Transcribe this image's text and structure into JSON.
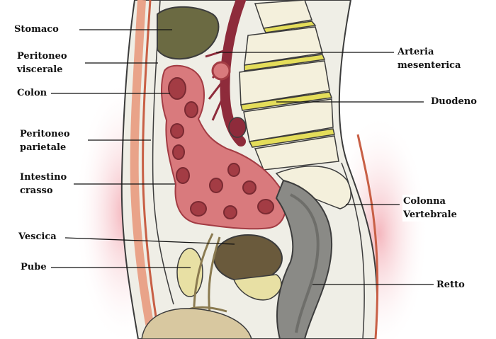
{
  "colors": {
    "glow": "#f6c3c8",
    "body_fill": "#efeee6",
    "outline": "#3c3c3c",
    "skin_band": "#e9a389",
    "muscle": "#c85f45",
    "stomach": "#6b6a42",
    "intestine": "#d97a7d",
    "intestine_dark": "#a33c44",
    "vessel": "#8e2b3b",
    "bone": "#f4f0dc",
    "disc": "#e4dd5a",
    "rectum": "#8a8a86",
    "bladder": "#6a5a3c",
    "pubis": "#e8e0a4"
  },
  "labels": {
    "stomaco": "Stomaco",
    "peritoneo_viscerale": [
      "Peritoneo",
      "viscerale"
    ],
    "colon": "Colon",
    "peritoneo_parietale": [
      "Peritoneo",
      "parietale"
    ],
    "intestino_crasso": [
      "Intestino",
      "crasso"
    ],
    "vescica": "Vescica",
    "pube": "Pube",
    "arteria_mesenterica": [
      "Arteria",
      "mesenterica"
    ],
    "duodeno": "Duodeno",
    "colonna_vertebrale": [
      "Colonna",
      "Vertebrale"
    ],
    "retto": "Retto"
  }
}
